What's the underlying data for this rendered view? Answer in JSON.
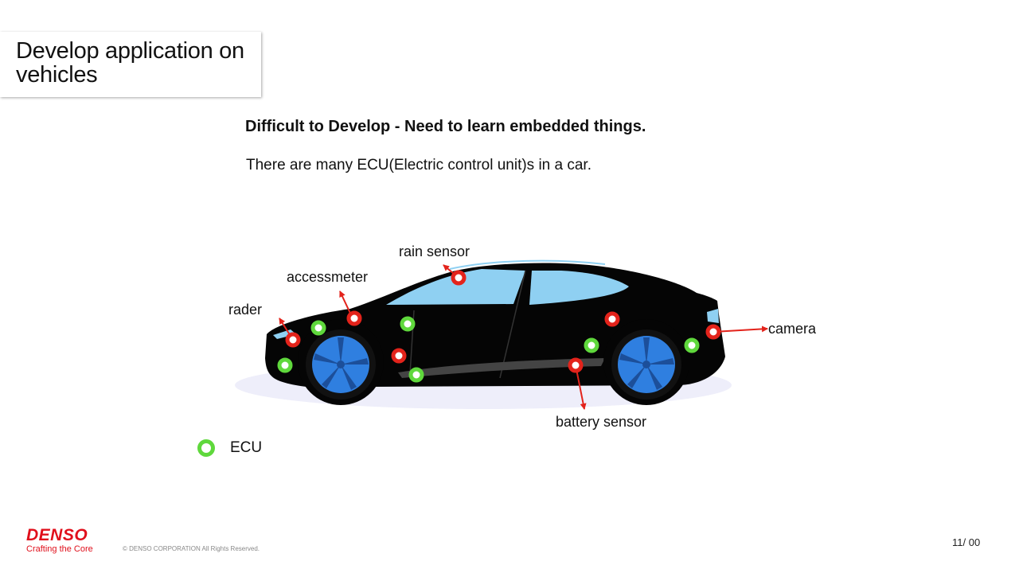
{
  "slide": {
    "title": "Develop application on vehicles",
    "heading": "Difficult to Develop - Need to learn embedded things.",
    "subtext": "There are many ECU(Electric control unit)s in a car."
  },
  "diagram": {
    "labels": {
      "rain_sensor": "rain sensor",
      "accessmeter": "accessmeter",
      "rader": "rader",
      "camera": "camera",
      "battery_sensor": "battery sensor"
    },
    "colors": {
      "ecu": "#5fd83c",
      "sensor": "#e3231b",
      "car_body": "#050505",
      "glass": "#8fd0f2",
      "wheel": "#2f7fe0",
      "shadow": "#eeeefa"
    }
  },
  "legend": {
    "ecu_label": "ECU"
  },
  "footer": {
    "brand": "DENSO",
    "tagline": "Crafting the Core",
    "copyright": "© DENSO CORPORATION All Rights Reserved.",
    "page_number": "11/ 00"
  }
}
